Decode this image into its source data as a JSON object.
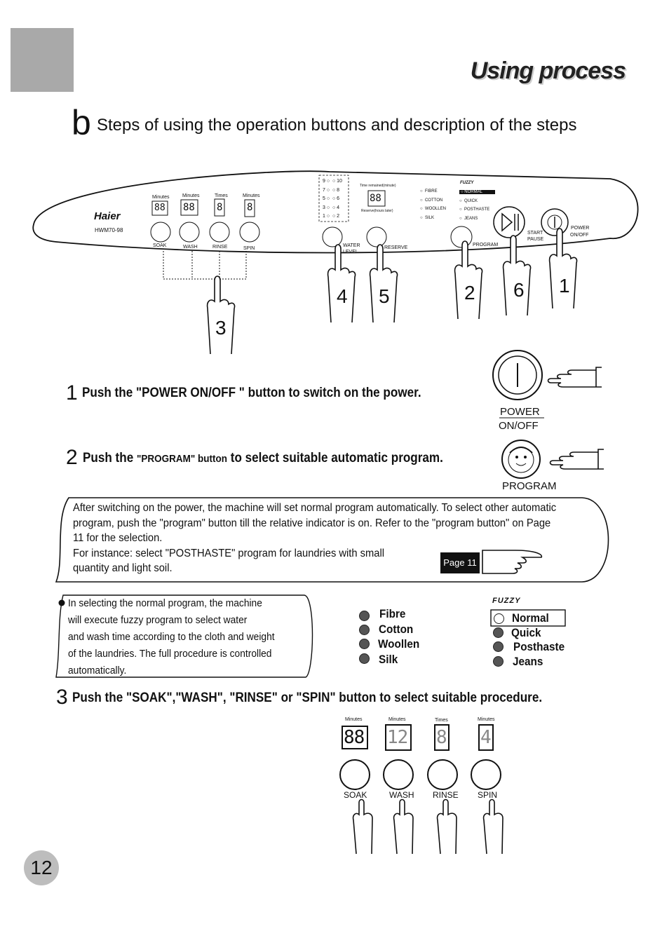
{
  "header": {
    "title": "Using process"
  },
  "section": {
    "letter": "b",
    "title": "Steps of using the operation buttons and description of  the steps"
  },
  "panel": {
    "brand": "Haier",
    "model": "HWM70-98",
    "displays": [
      {
        "unit": "Minutes",
        "digits": "88",
        "button": "SOAK"
      },
      {
        "unit": "Minutes",
        "digits": "88",
        "button": "WASH"
      },
      {
        "unit": "Times",
        "digits": "8",
        "button": "RINSE"
      },
      {
        "unit": "Minutes",
        "digits": "8",
        "button": "SPIN"
      }
    ],
    "water_levels": [
      "9",
      "10",
      "7",
      "8",
      "5",
      "6",
      "3",
      "4",
      "1",
      "2"
    ],
    "water_level_label_1": "WATER",
    "water_level_label_2": "LEVEL",
    "time_remained": "Time remained(minute)",
    "reserve_hours": "Reserve(hours later)",
    "reserve_digits": "88",
    "reserve_label": "RESERVE",
    "fabrics": [
      "FIBRE",
      "COTTON",
      "WOOLLEN",
      "SILK"
    ],
    "fuzzy_logo": "FUZZY",
    "programs": [
      "NORMAL",
      "QUICK",
      "POSTHASTE",
      "JEANS"
    ],
    "program_label": "PROGRAM",
    "start_label_1": "START",
    "start_label_2": "PAUSE",
    "power_label_1": "POWER",
    "power_label_2": "ON/OFF",
    "hand_numbers": [
      "3",
      "4",
      "5",
      "2",
      "6",
      "1"
    ]
  },
  "step1": {
    "num": "1",
    "text": "Push the \"POWER ON/OFF  \" button to switch on the power.",
    "icon_label_1": "POWER",
    "icon_label_2": "ON/OFF"
  },
  "step2": {
    "num": "2",
    "text_a": "Push the ",
    "text_b": "\"PROGRAM\" button",
    "text_c": " to select suitable automatic program.",
    "icon_label": "PROGRAM"
  },
  "infobox": {
    "line1": "After switching on the power, the machine will set normal program automatically. To select other automatic",
    "line2": "program, push the \"program\" button till the relative indicator is on. Refer to the \"program button\" on Page",
    "line3": "11 for the selection.",
    "line4": "For instance: select \"POSTHASTE\" program for laundries with small",
    "line5": "quantity and light soil.",
    "page_tag": "Page 11"
  },
  "fuzzybox": {
    "line1": "In selecting the  normal  program,  the machine",
    "line2": "will execute fuzzy program to select water",
    "line3": "and wash time according to the cloth and weight",
    "line4": "of the laundries. The full procedure is controlled",
    "line5": "automatically."
  },
  "fabric_list": [
    "Fibre",
    "Cotton",
    "Woollen",
    "Silk"
  ],
  "program_list": {
    "logo": "FUZZY",
    "items": [
      "Normal",
      "Quick",
      "Posthaste",
      "Jeans"
    ]
  },
  "step3": {
    "num": "3",
    "text": "Push the  \"SOAK\",\"WASH\", \"RINSE\" or \"SPIN\" button to select suitable procedure.",
    "units": [
      "Minutes",
      "Minutes",
      "Times",
      "Minutes"
    ],
    "digits": [
      "88",
      "12",
      "8",
      "4"
    ],
    "buttons": [
      "SOAK",
      "WASH",
      "RINSE",
      "SPIN"
    ]
  },
  "page_number": "12"
}
